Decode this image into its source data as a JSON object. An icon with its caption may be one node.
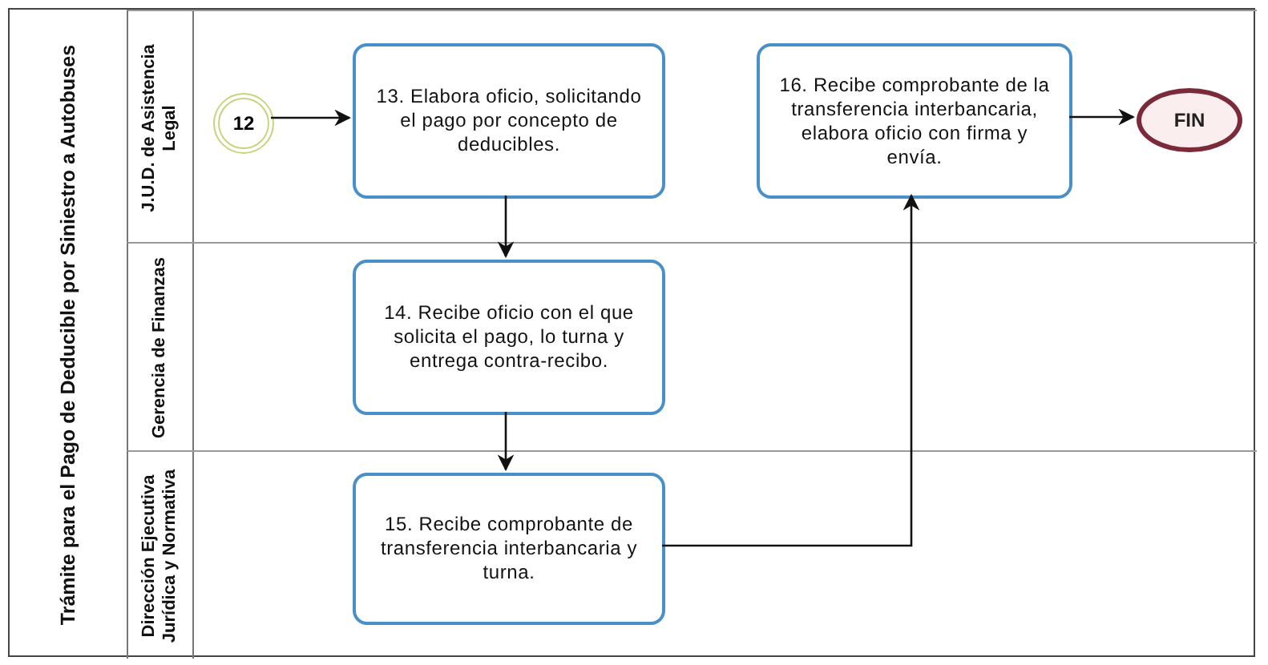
{
  "diagram": {
    "nodes": [
      {
        "text": [
          "Trámite para el Pago de Deducible por Siniestro a Autobuses"
        ]
      },
      {
        "text": [
          "J.U.D. de Asistencia Legal"
        ],
        "in": 0
      },
      {
        "text": [
          "Gerencia de Finanzas"
        ],
        "in": 0
      },
      {
        "text": [
          "Dirección Ejecutiva Jurídica y Normativa"
        ],
        "in": 0
      },
      {
        "text": [
          "12"
        ],
        "in": 1
      },
      {
        "text": [
          "13. Elabora oficio, solicitando el pago por concepto de deducibles."
        ],
        "in": 1
      },
      {
        "text": [
          "16. Recibe comprobante de la transferencia interbancaria, elabora oficio con firma y envía."
        ],
        "in": 1
      },
      {
        "text": [
          "FIN"
        ],
        "in": 1
      },
      {
        "text": [
          "14. Recibe oficio con el que solicita el pago, lo turna y entrega contra-recibo."
        ],
        "in": 2
      },
      {
        "text": [
          "15. Recibe comprobante de transferencia interbancaria y turna."
        ],
        "in": 3
      }
    ],
    "edges": [
      {
        "from": 4,
        "to": 5,
        "arrow": "to"
      },
      {
        "from": 5,
        "to": 8,
        "arrow": "to"
      },
      {
        "from": 8,
        "to": 9,
        "arrow": "to"
      },
      {
        "from": 9,
        "to": 6,
        "arrow": "to"
      },
      {
        "from": 6,
        "to": 7,
        "arrow": "to"
      }
    ]
  }
}
